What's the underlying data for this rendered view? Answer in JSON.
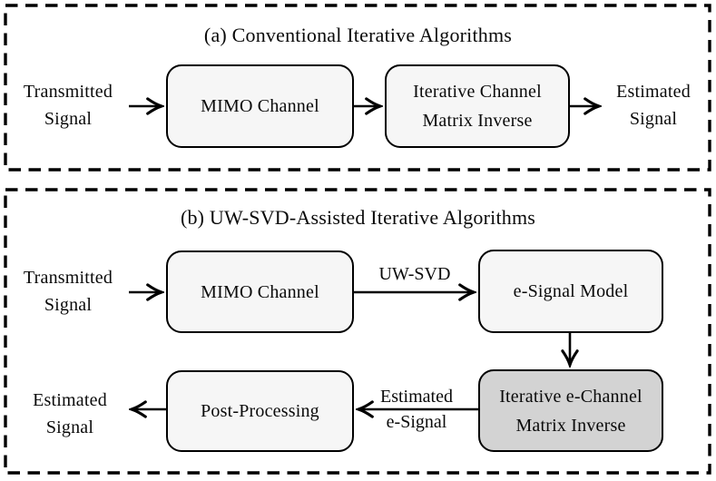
{
  "colors": {
    "line": "#000000",
    "box_light": "#f6f6f6",
    "box_gray": "#d3d3d3",
    "bg": "#ffffff"
  },
  "panel_a": {
    "title": "(a) Conventional Iterative Algorithms",
    "input_label": {
      "line1": "Transmitted",
      "line2": "Signal"
    },
    "output_label": {
      "line1": "Estimated",
      "line2": "Signal"
    },
    "boxes": {
      "mimo_channel": "MIMO Channel",
      "inverse_line1": "Iterative Channel",
      "inverse_line2": "Matrix Inverse"
    }
  },
  "panel_b": {
    "title": "(b) UW-SVD-Assisted Iterative Algorithms",
    "input_label": {
      "line1": "Transmitted",
      "line2": "Signal"
    },
    "output_label": {
      "line1": "Estimated",
      "line2": "Signal"
    },
    "boxes": {
      "mimo_channel": "MIMO Channel",
      "esignal_model": "e-Signal Model",
      "einverse_line1": "Iterative e-Channel",
      "einverse_line2": "Matrix Inverse",
      "post_processing": "Post-Processing"
    },
    "arrow_labels": {
      "uwsvd": "UW-SVD",
      "estimated_esignal_line1": "Estimated",
      "estimated_esignal_line2": "e-Signal"
    }
  }
}
